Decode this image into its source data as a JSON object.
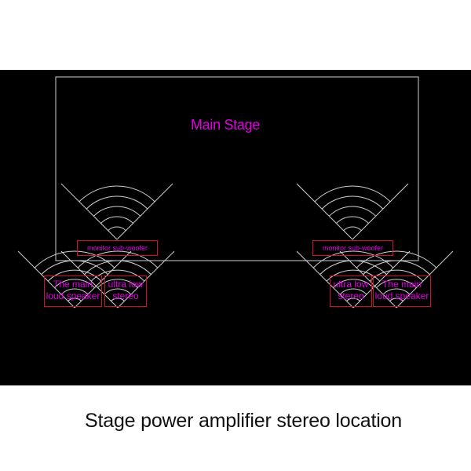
{
  "diagram": {
    "main_stage_label": "Main Stage",
    "monitor_left_label": "monitor sub-woofer",
    "monitor_right_label": "monitor sub-woofer",
    "left_main_speaker_label": [
      "The main",
      "loud speaker"
    ],
    "left_ultra_low_label": [
      "ultra low",
      "stereo"
    ],
    "right_ultra_low_label": [
      "ultra low",
      "stereo"
    ],
    "right_main_speaker_label": [
      "The main",
      "loud speaker"
    ]
  },
  "caption": "Stage power amplifier stereo location",
  "colors": {
    "background": "#000000",
    "lines": "#cfcfcf",
    "text": "#e000e0",
    "label_border": "#d01030"
  }
}
